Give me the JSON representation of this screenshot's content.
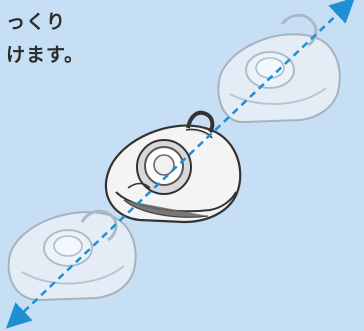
{
  "caption": {
    "line1": "っくり",
    "line2": "けます。"
  },
  "colors": {
    "background": "#c7dff5",
    "arrow": "#1f8fd4",
    "device_body": "#f4f4f4",
    "device_outline": "#333333",
    "ghost_body": "#e9eef3",
    "ghost_outline": "#9aa4ad"
  },
  "icons": {
    "motion_arrow": "double-headed-dashed-arrow",
    "device": "handheld-cleaner-device"
  }
}
